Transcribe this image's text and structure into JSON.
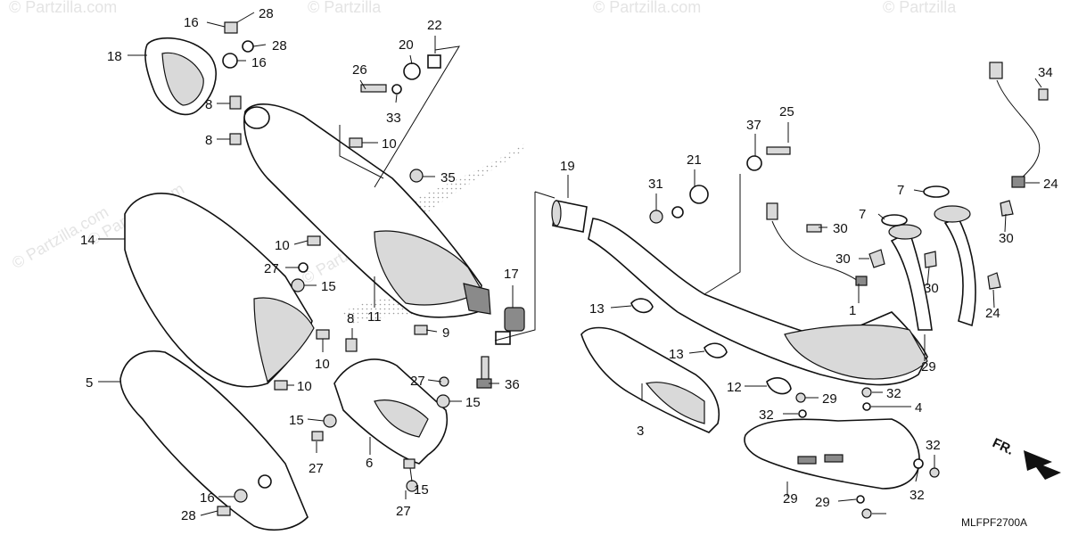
{
  "watermarks": [
    "© Partzilla.com",
    "© Partzilla",
    "© Partzilla.com",
    "© Partzilla",
    "© Partzilla.com",
    "© Partzilla.com",
    "© Partzilla.com"
  ],
  "diagram_code": "MLFPF2700A",
  "front_indicator": "FR.",
  "callouts": [
    "16",
    "28",
    "28",
    "16",
    "18",
    "8",
    "8",
    "10",
    "10",
    "14",
    "27",
    "15",
    "10",
    "10",
    "5",
    "16",
    "28",
    "26",
    "20",
    "22",
    "33",
    "35",
    "11",
    "9",
    "8",
    "17",
    "36",
    "27",
    "15",
    "15",
    "6",
    "27",
    "15",
    "27",
    "19",
    "13",
    "13",
    "3",
    "12",
    "31",
    "21",
    "37",
    "25",
    "34",
    "24",
    "7",
    "7",
    "30",
    "30",
    "30",
    "30",
    "24",
    "1",
    "29",
    "29",
    "32",
    "32",
    "4",
    "29",
    "32",
    "32",
    "29"
  ]
}
